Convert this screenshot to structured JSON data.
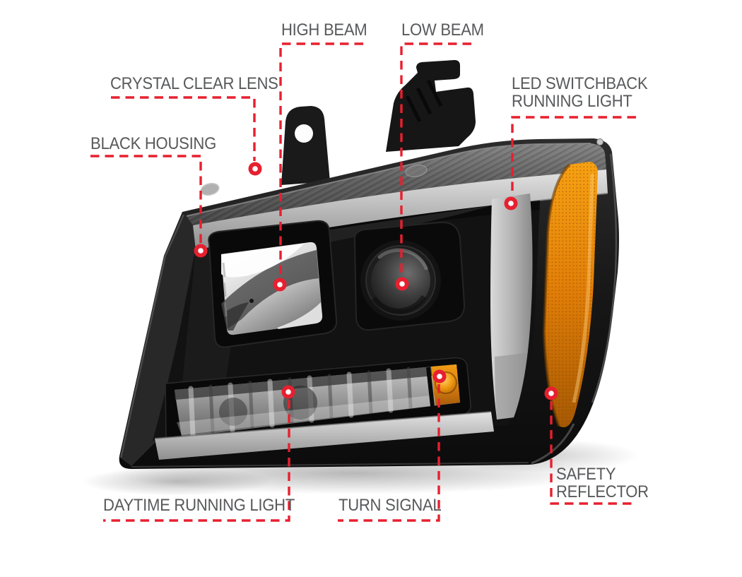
{
  "style": {
    "background": "#ffffff",
    "accent_red": "#e7202f",
    "label_color": "#58595b",
    "amber": "#e8820b",
    "housing_black": "#141414",
    "light_bar_gray": "#b7b7b7"
  },
  "product_image": {
    "name": "projector-headlight-assembly-photo"
  },
  "callouts": [
    {
      "id": "high-beam",
      "lines": [
        "HIGH BEAM"
      ]
    },
    {
      "id": "low-beam",
      "lines": [
        "LOW BEAM"
      ]
    },
    {
      "id": "crystal-clear-lens",
      "lines": [
        "CRYSTAL CLEAR LENS"
      ]
    },
    {
      "id": "black-housing",
      "lines": [
        "BLACK HOUSING"
      ]
    },
    {
      "id": "led-switchback-running-light",
      "lines": [
        "LED SWITCHBACK",
        "RUNNING LIGHT"
      ]
    },
    {
      "id": "safety-reflector",
      "lines": [
        "SAFETY",
        "REFLECTOR"
      ]
    },
    {
      "id": "daytime-running-light",
      "lines": [
        "DAYTIME RUNNING LIGHT"
      ]
    },
    {
      "id": "turn-signal",
      "lines": [
        "TURN SIGNAL"
      ]
    }
  ]
}
